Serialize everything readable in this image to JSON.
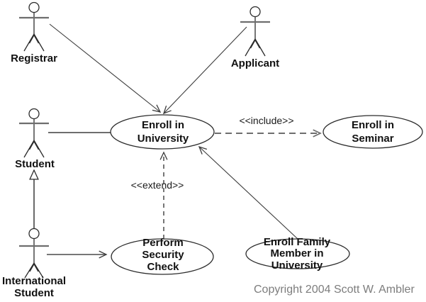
{
  "diagram_type": "UML use case diagram",
  "actors": {
    "registrar": {
      "label": "Registrar"
    },
    "applicant": {
      "label": "Applicant"
    },
    "student": {
      "label": "Student"
    },
    "international_student": {
      "label_line1": "International",
      "label_line2": "Student"
    }
  },
  "use_cases": {
    "enroll_university": {
      "line1": "Enroll in",
      "line2": "University"
    },
    "enroll_seminar": {
      "line1": "Enroll in",
      "line2": "Seminar"
    },
    "perform_security_check": {
      "line1": "Perform",
      "line2": "Security",
      "line3": "Check"
    },
    "enroll_family_member": {
      "line1": "Enroll Family",
      "line2": "Member in",
      "line3": "University"
    }
  },
  "relationships": {
    "include_label": "<<include>>",
    "extend_label": "<<extend>>"
  },
  "footer": {
    "copyright": "Copyright 2004 Scott W. Ambler"
  },
  "icons": {
    "actor_figure": "stick-person"
  },
  "colors": {
    "background": "#ffffff",
    "shape_stroke": "#2b2b2b",
    "gray_line": "#6e6e6e",
    "copyright_text": "#7d7d7d",
    "label_text": "#111111"
  }
}
